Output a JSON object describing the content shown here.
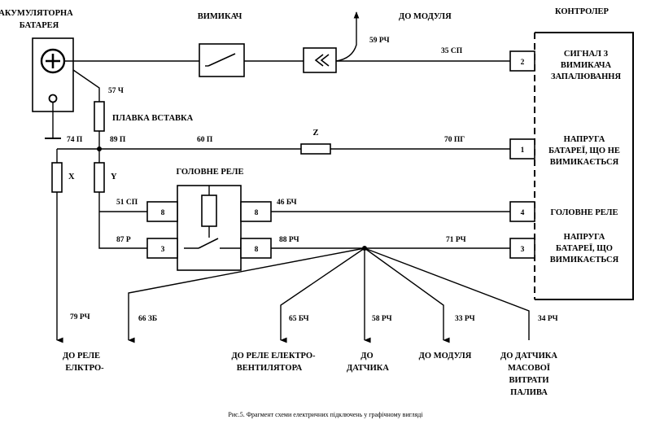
{
  "labels": {
    "battery_line1": "АКУМУЛЯТОРНА",
    "battery_line2": "БАТАРЕЯ",
    "switch": "ВИМИКАЧ",
    "to_module_top": "ДО МОДУЛЯ",
    "controller": "КОНТРОЛЕР",
    "fuse": "ПЛАВКА ВСТАВКА",
    "main_relay": "ГОЛОВНЕ РЕЛЕ",
    "ctrl_ignition": [
      "СИГНАЛ З",
      "ВИМИКАЧА",
      "ЗАПАЛЮВАННЯ"
    ],
    "ctrl_battery": [
      "НАПРУГА",
      "БАТАРЕЇ, ЩО НЕ",
      "ВИМИКАЄТЬСЯ"
    ],
    "ctrl_main_relay": "ГОЛОВНЕ РЕЛЕ",
    "ctrl_battery2": [
      "НАПРУГА",
      "БАТАРЕЇ, ЩО",
      "ВИМИКАЄТЬСЯ"
    ],
    "dest_relay_el": [
      "ДО РЕЛЕ",
      "ЕЛКТРО-"
    ],
    "dest_relay_fan": [
      "ДО РЕЛЕ ЕЛЕКТРО-",
      "ВЕНТИЛЯТОРА"
    ],
    "dest_sensor": [
      "ДО",
      "ДАТЧИКА"
    ],
    "dest_module": "ДО МОДУЛЯ",
    "dest_mass_air": [
      "ДО ДАТЧИКА",
      "МАСОВОЇ",
      "ВИТРАТИ",
      "ПАЛИВА"
    ],
    "caption": "Рис.5. Фрагмент схеми електричних підключень у графічному вигляді"
  },
  "wires": {
    "w57": "57 Ч",
    "w59": "59 РЧ",
    "w35": "35 СП",
    "w74": "74 П",
    "w89": "89 П",
    "w60": "60 П",
    "w70": "70 ПГ",
    "fuse_z": "Z",
    "fuse_x": "X",
    "fuse_y": "Y",
    "w51": "51 СП",
    "w46": "46 БЧ",
    "w87": "87 Р",
    "w88": "88 РЧ",
    "w71": "71 РЧ",
    "w79": "79 РЧ",
    "w66": "66 ЗБ",
    "w65": "65 БЧ",
    "w58": "58 РЧ",
    "w33": "33 РЧ",
    "w34": "34 РЧ"
  },
  "pins": {
    "ctrl_2": "2",
    "ctrl_1": "1",
    "ctrl_4": "4",
    "ctrl_3": "3",
    "relay_coil_in": "8",
    "relay_coil_out": "8",
    "relay_sw_in": "3",
    "relay_sw_out": "8"
  },
  "icons": {
    "battery_plus": "plus-circle-icon",
    "connector": "double-chevron-connector-icon"
  }
}
